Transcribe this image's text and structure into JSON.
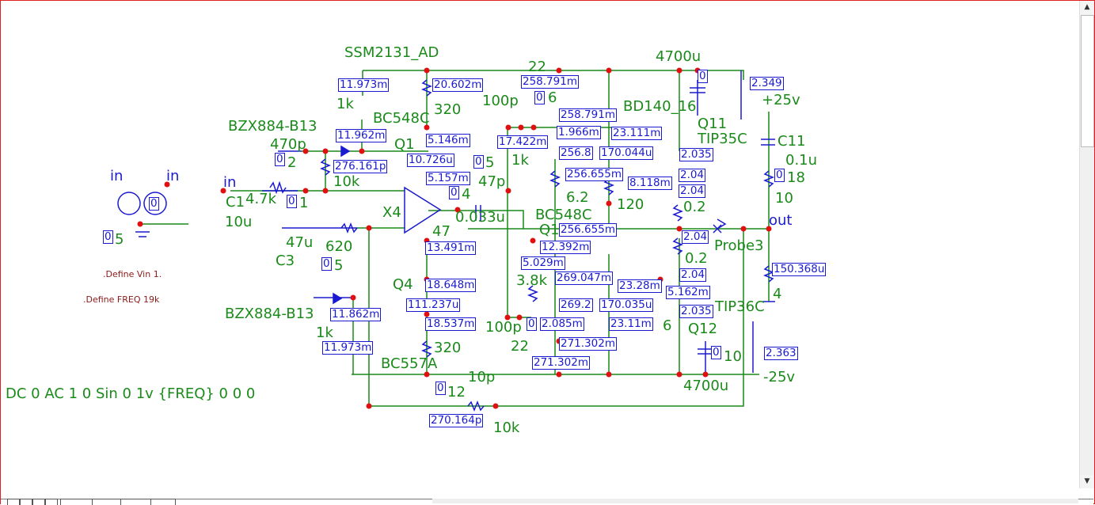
{
  "schematic": {
    "labels": [
      "SSM2131_AD",
      "4700u",
      "22",
      "1k",
      "320",
      "100p",
      "6",
      "BZX884-B13",
      "BC548C",
      "BD140_16",
      "Q11",
      "TIP35C",
      "+25v",
      "C11",
      "0.1u",
      "470p",
      "Q1",
      "2",
      "10k",
      "5",
      "47p",
      "1k",
      "18",
      "C1",
      "4.7k",
      "1",
      "10u",
      "6.2",
      "120",
      "10",
      "0.2",
      "X4",
      "4",
      "0.033u",
      "BC548C",
      "Q1",
      "47u",
      "620",
      "47",
      "C3",
      "5",
      "Probe3",
      "0.2",
      "3.8k",
      "4",
      "Q4",
      "BZX884-B13",
      "BC557A",
      "Q12",
      "TIP36C",
      "6",
      "1k",
      "100p",
      "320",
      "22",
      "10",
      "-25v",
      "4700u",
      "10p",
      "12",
      "10k",
      "5"
    ],
    "net_labels": [
      "in",
      "in",
      "in",
      "out"
    ],
    "values": [
      "11.973m",
      "20.602m",
      "258.791m",
      "258.791m",
      "11.962m",
      "5.146m",
      "17.422m",
      "1.966m",
      "256.8",
      "170.044u",
      "23.111m",
      "2.035",
      "276.161p",
      "10.726u",
      "5.157m",
      "256.655m",
      "8.118m",
      "2.04",
      "2.04",
      "256.655m",
      "13.491m",
      "12.392m",
      "5.029m",
      "269.047m",
      "23.28m",
      "2.04",
      "2.04",
      "5.162m",
      "2.035",
      "18.648m",
      "111.237u",
      "18.537m",
      "11.862m",
      "11.973m",
      "269.2",
      "170.035u",
      "2.085m",
      "23.11m",
      "271.302m",
      "271.302m",
      "270.164p",
      "150.368u",
      "2.349",
      "2.363"
    ],
    "zeros": [
      "0",
      "0",
      "0",
      "0",
      "0",
      "0",
      "0",
      "0",
      "0",
      "0",
      "0",
      "0",
      "0"
    ],
    "defines": [
      ".Define Vin 1.",
      ".Define FREQ 19k"
    ],
    "source_spec": "DC 0 AC 1 0 Sin 0 1v {FREQ} 0 0 0"
  },
  "colors": {
    "wire": "#1a8a1a",
    "component": "#1a1ad0",
    "node": "#e01010",
    "border": "#e02020"
  }
}
